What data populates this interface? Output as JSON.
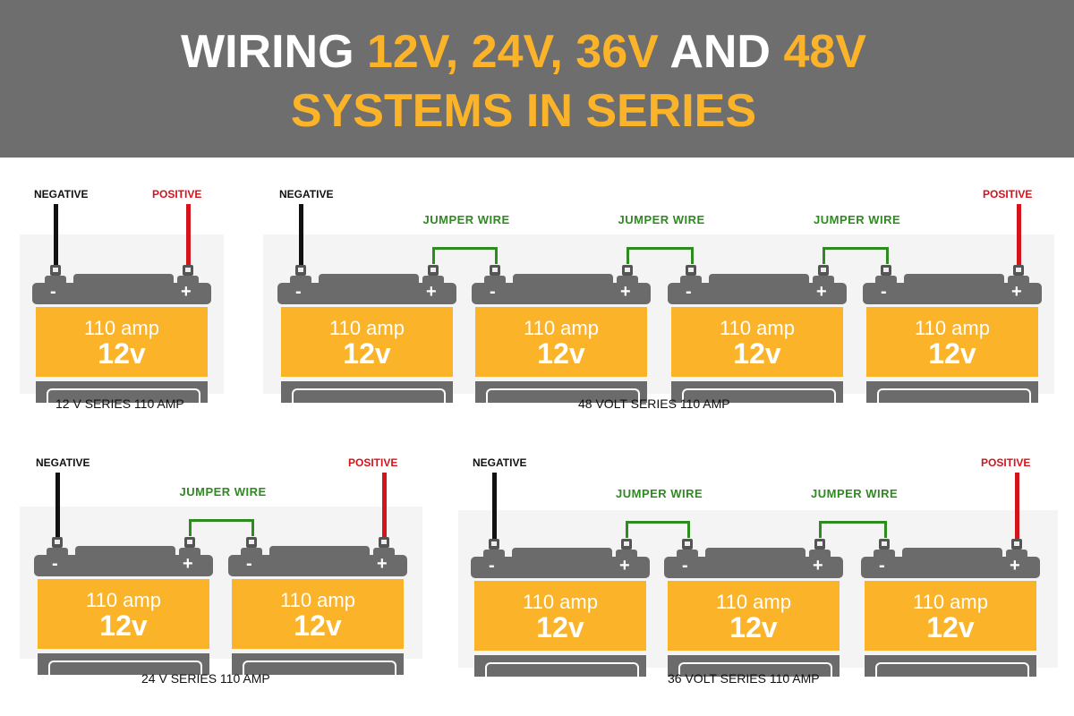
{
  "header": {
    "line1_white_a": "WIRING ",
    "line1_accent_a": "12V, 24V, 36V",
    "line1_white_b": " AND ",
    "line1_accent_b": "48V",
    "line2": "SYSTEMS IN SERIES"
  },
  "colors": {
    "header_bg": "#6e6e6e",
    "accent": "#fbb329",
    "positive": "#d3141a",
    "negative": "#111111",
    "jumper": "#2e8b1f",
    "battery_gray": "#6b6b6b"
  },
  "labels": {
    "negative": "NEGATIVE",
    "positive": "POSITIVE",
    "jumper": "JUMPER WIRE",
    "minus": "-",
    "plus": "+"
  },
  "battery": {
    "capacity": "110 amp",
    "voltage": "12v"
  },
  "diagrams": [
    {
      "id": "12v",
      "caption": "12 V SERIES 110 AMP",
      "battery_count": 1
    },
    {
      "id": "48v",
      "caption": "48 VOLT SERIES 110 AMP",
      "battery_count": 4
    },
    {
      "id": "24v",
      "caption": "24 V SERIES 110 AMP",
      "battery_count": 2
    },
    {
      "id": "36v",
      "caption": "36 VOLT SERIES 110 AMP",
      "battery_count": 3
    }
  ]
}
